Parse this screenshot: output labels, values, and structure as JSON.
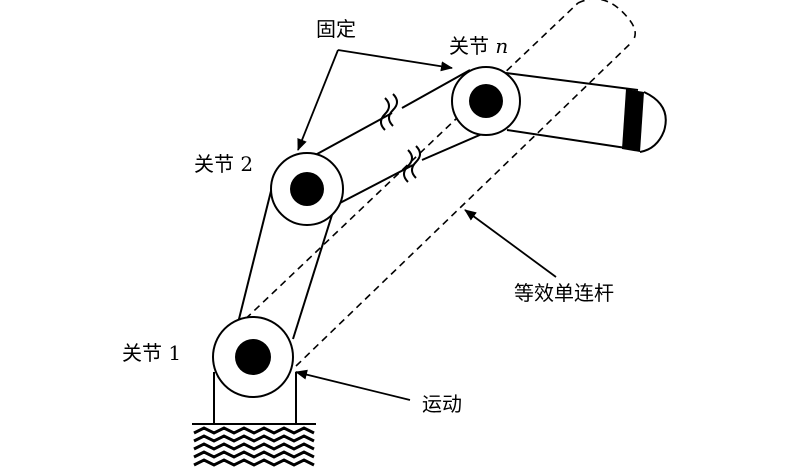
{
  "labels": {
    "fixed": "固定",
    "joint_n_prefix": "关节 ",
    "joint_n_var": "n",
    "joint_2": "关节 2",
    "joint_1": "关节 1",
    "equivalent_link": "等效单连杆",
    "motion": "运动"
  },
  "colors": {
    "stroke": "#000000",
    "background": "#ffffff"
  }
}
